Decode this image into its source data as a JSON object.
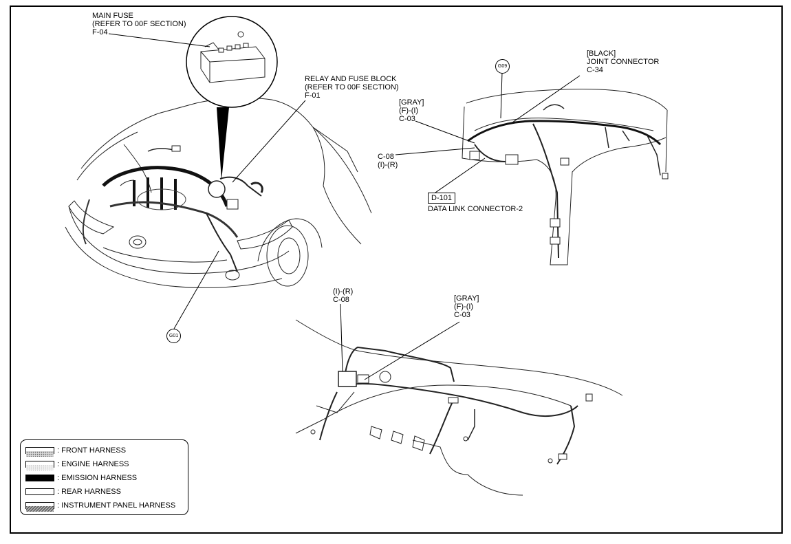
{
  "labels": {
    "main_fuse": [
      "MAIN FUSE",
      "(REFER TO 00F SECTION)",
      "F-04"
    ],
    "relay_fuse_block": [
      "RELAY AND FUSE BLOCK",
      "(REFER TO 00F SECTION)",
      "F-01"
    ],
    "gray_connector_top": [
      "[GRAY]",
      "(F)-(I)",
      "C-03"
    ],
    "black_joint_connector": [
      "[BLACK]",
      "JOINT CONNECTOR",
      "C-34"
    ],
    "c08_top": [
      "C-08",
      "(I)-(R)"
    ],
    "data_link_code": "D-101",
    "data_link_name": "DATA LINK CONNECTOR-2",
    "c08_bottom": [
      "(I)-(R)",
      "C-08"
    ],
    "gray_connector_bottom": [
      "[GRAY]",
      "(F)-(I)",
      "C-03"
    ]
  },
  "ground_points": {
    "g09": "G09",
    "g01": "G01"
  },
  "legend": [
    {
      "label": ": FRONT HARNESS",
      "pattern": "dots"
    },
    {
      "label": ": ENGINE HARNESS",
      "pattern": "lightdots"
    },
    {
      "label": ": EMISSION HARNESS",
      "pattern": "solid"
    },
    {
      "label": ": REAR HARNESS",
      "pattern": "blank"
    },
    {
      "label": ": INSTRUMENT PANEL HARNESS",
      "pattern": "stripes"
    }
  ],
  "colors": {
    "ink": "#000000",
    "paper": "#ffffff",
    "line": "#222222"
  }
}
